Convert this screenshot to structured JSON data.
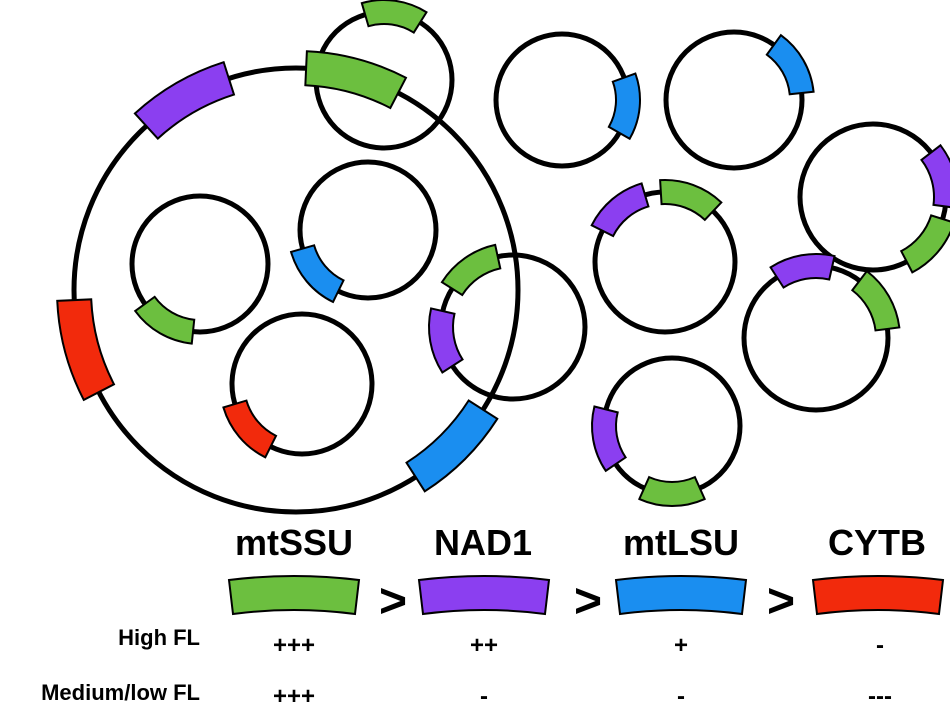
{
  "colors": {
    "mtSSU": "#6cbf3f",
    "NAD1": "#8b3ff0",
    "mtLSU": "#1a8ef0",
    "CYTB": "#f22a0c"
  },
  "genes": [
    {
      "key": "mtSSU",
      "label": "mtSSU",
      "high": "+++",
      "low": "+++"
    },
    {
      "key": "NAD1",
      "label": "NAD1",
      "high": "++",
      "low": "-"
    },
    {
      "key": "mtLSU",
      "label": "mtLSU",
      "high": "+",
      "low": "-"
    },
    {
      "key": "CYTB",
      "label": "CYTB",
      "high": "-",
      "low": "---"
    }
  ],
  "comparator": ">",
  "rows": {
    "high": "High FL",
    "low": "Medium/low FL"
  }
}
